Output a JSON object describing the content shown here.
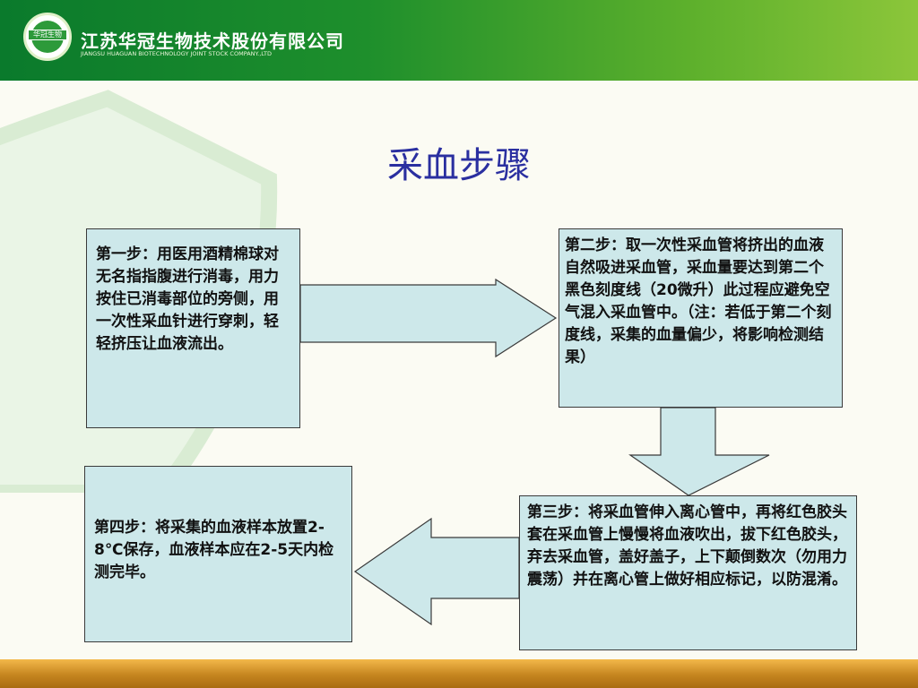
{
  "header": {
    "company_cn": "江苏华冠生物技术股份有限公司",
    "company_en": "JIANGSU HUAGUAN BIOTECHNOLOGY JOINT STOCK COMPANY.,LTD",
    "logo_text": "华冠生物"
  },
  "slide": {
    "title": "采血步骤",
    "steps": [
      {
        "text": "第一步：用医用酒精棉球对无名指指腹进行消毒，用力按住已消毒部位的旁侧，用一次性采血针进行穿刺，轻轻挤压让血液流出。"
      },
      {
        "text": "第二步：取一次性采血管将挤出的血液自然吸进采血管，采血量要达到第二个黑色刻度线（20微升）此过程应避免空气混入采血管中。（注：若低于第二个刻度线，采集的血量偏少，将影响检测结果）"
      },
      {
        "text": "第三步：将采血管伸入离心管中，再将红色胶头套在采血管上慢慢将血液吹出，拔下红色胶头，弃去采血管，盖好盖子，上下颠倒数次（勿用力震荡）并在离心管上做好相应标记，以防混淆。"
      },
      {
        "text": "第四步：将采集的血液样本放置2-8℃保存，血液样本应在2-5天内检测完毕。"
      }
    ]
  },
  "colors": {
    "header_green": "#1e8f2c",
    "title_blue": "#2a2fa0",
    "box_fill": "#cde8ea",
    "bottom_gold": "#c5851f"
  }
}
